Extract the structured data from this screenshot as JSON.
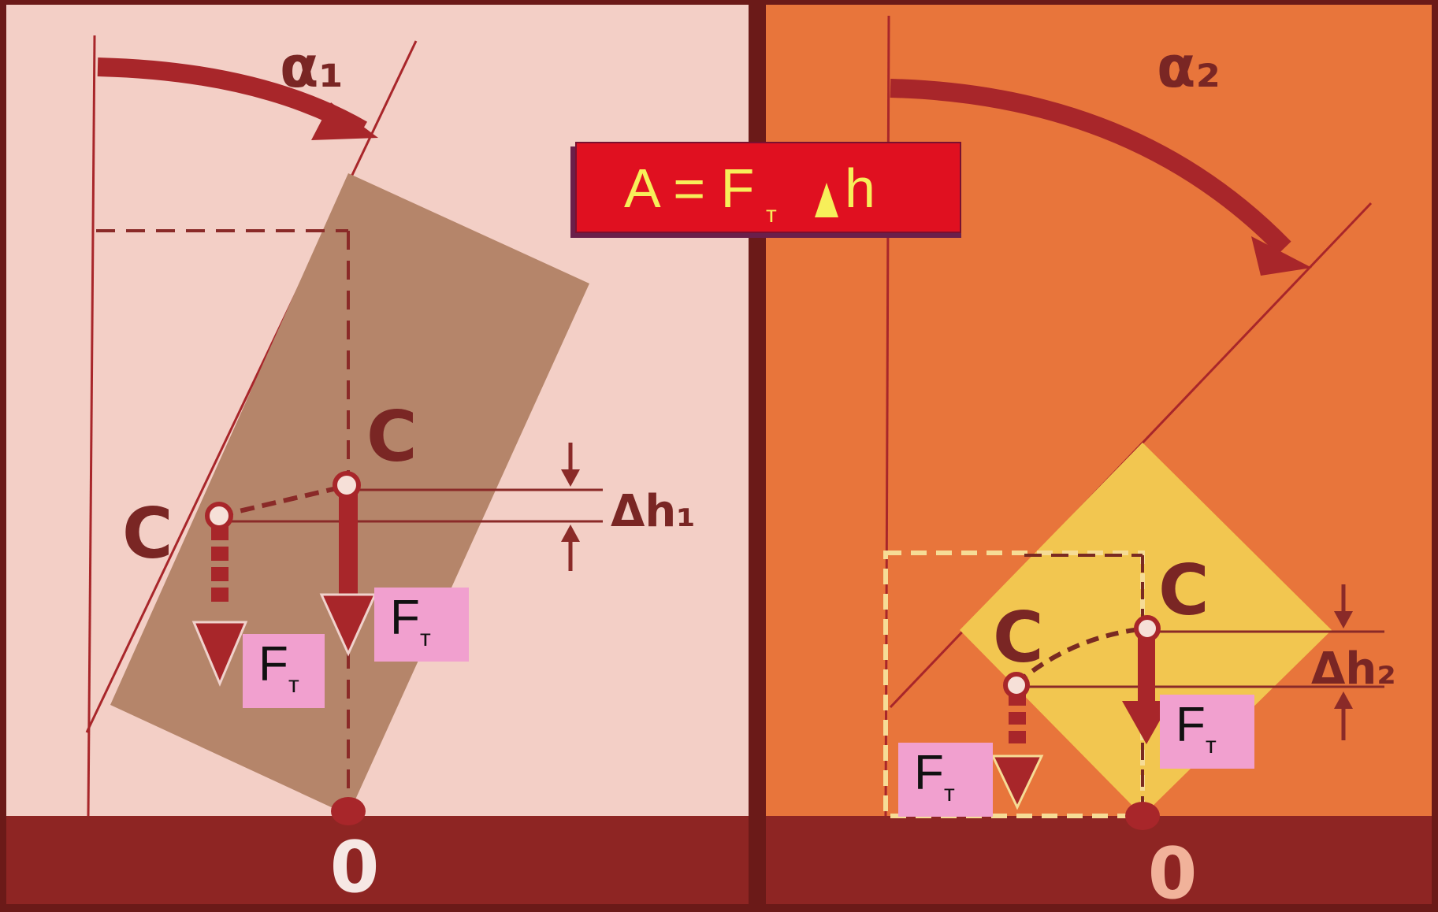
{
  "left_panel": {
    "angle_label": "α₁",
    "center_label_top": "C",
    "center_label_side": "C",
    "delta_label": "Δh₁",
    "pivot_label": "0",
    "force_labels": [
      {
        "main": "F",
        "sub": "т"
      },
      {
        "main": "F",
        "sub": "т"
      }
    ]
  },
  "right_panel": {
    "angle_label": "α₂",
    "center_label_top": "C",
    "center_label_side": "C",
    "delta_label": "Δh₂",
    "pivot_label": "0",
    "force_labels": [
      {
        "main": "F",
        "sub": "т"
      },
      {
        "main": "F",
        "sub": "т"
      }
    ]
  },
  "formula": {
    "left": "A = F",
    "sub": "т",
    "right": "h"
  },
  "colors": {
    "left_bg": "#f3cfc6",
    "right_bg": "#e8753b",
    "left_block": "#b5856a",
    "right_block": "#f2c650",
    "dark_red": "#a8262a",
    "floor": "#8e2523",
    "label_box": "#f1a0cf",
    "formula_bg": "#e01020",
    "formula_text": "#f7ef5a"
  }
}
